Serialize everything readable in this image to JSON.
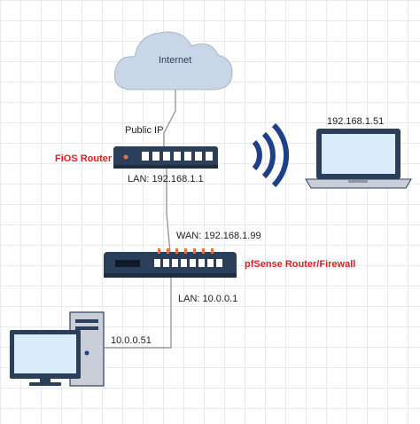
{
  "cloud": {
    "label": "Internet"
  },
  "fios": {
    "name": "FiOS Router",
    "public_ip": "Public IP",
    "lan": "LAN: 192.168.1.1"
  },
  "laptop": {
    "ip": "192.168.1.51"
  },
  "pfsense": {
    "name": "pfSense Router/Firewall",
    "wan": "WAN: 192.168.1.99",
    "lan": "LAN: 10.0.0.1"
  },
  "desktop": {
    "ip": "10.0.0.51"
  },
  "colors": {
    "device_dark": "#2b3e5a",
    "accent_red": "#e31b23",
    "wifi_blue": "#1e3f8a",
    "screen_blue": "#d8ecfa",
    "cloud_fill": "#c9d6e8",
    "wire": "#9a9a9a"
  }
}
